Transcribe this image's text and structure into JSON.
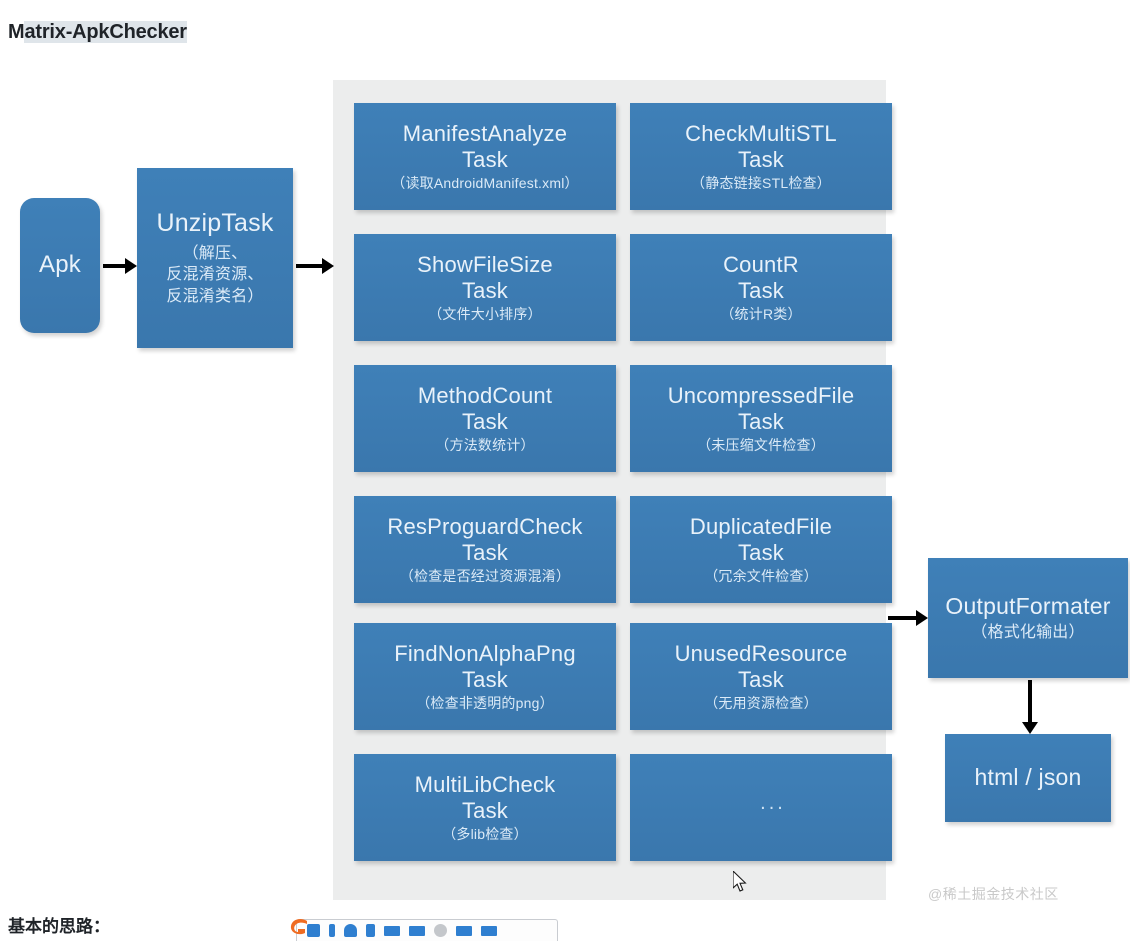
{
  "page": {
    "title_prefix": "M",
    "title_highlight": "atrix-ApkChecker",
    "bottom_caption": "基本的思路：",
    "watermark": "@稀土掘金技术社区"
  },
  "colors": {
    "node_blue": "#3b7cb5",
    "panel_grey": "#eceded",
    "title_highlight": "#dfe5ea",
    "node_text": "#eaf3fb",
    "arrow": "#000000",
    "watermark": "#c9c9c9"
  },
  "diagram": {
    "type": "flowchart",
    "input": {
      "label": "Apk"
    },
    "unzip": {
      "title": "UnzipTask",
      "sub": "（解压、\n反混淆资源、\n反混淆类名）"
    },
    "tasks": [
      {
        "title": "ManifestAnalyze\nTask",
        "sub": "（读取AndroidManifest.xml）"
      },
      {
        "title": "CheckMultiSTL\nTask",
        "sub": "（静态链接STL检查）"
      },
      {
        "title": "ShowFileSize\nTask",
        "sub": "（文件大小排序）"
      },
      {
        "title": "CountR\nTask",
        "sub": "（统计R类）"
      },
      {
        "title": "MethodCount\nTask",
        "sub": "（方法数统计）"
      },
      {
        "title": "UncompressedFile\nTask",
        "sub": "（未压缩文件检查）"
      },
      {
        "title": "ResProguardCheck\nTask",
        "sub": "（检查是否经过资源混淆）"
      },
      {
        "title": "DuplicatedFile\nTask",
        "sub": "（冗余文件检查）"
      },
      {
        "title": "FindNonAlphaPng\nTask",
        "sub": "（检查非透明的png）"
      },
      {
        "title": "UnusedResource\nTask",
        "sub": "（无用资源检查）"
      },
      {
        "title": "MultiLibCheck\nTask",
        "sub": "（多lib检查）"
      }
    ],
    "more_box": {
      "dots": "..."
    },
    "output": {
      "title": "OutputFormater",
      "sub": "（格式化输出）"
    },
    "result": {
      "label": "html / json"
    },
    "arrows": [
      {
        "from": "Apk",
        "to": "UnzipTask",
        "direction": "right"
      },
      {
        "from": "UnzipTask",
        "to": "TaskGrid",
        "direction": "right"
      },
      {
        "from": "TaskGrid",
        "to": "OutputFormater",
        "direction": "right"
      },
      {
        "from": "OutputFormater",
        "to": "html / json",
        "direction": "down"
      }
    ]
  }
}
